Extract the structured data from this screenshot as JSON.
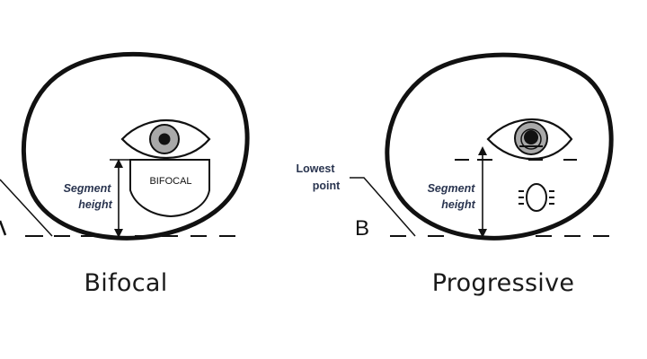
{
  "panels": [
    {
      "caption": "Bifocal",
      "segment_label_line1": "Segment",
      "segment_label_line2": "height",
      "segment_text": "BIFOCAL",
      "corner_letter": "A"
    },
    {
      "caption": "Progressive",
      "segment_label_line1": "Segment",
      "segment_label_line2": "height",
      "lowest_point_line1": "Lowest",
      "lowest_point_line2": "point",
      "corner_letter": "B"
    }
  ],
  "colors": {
    "line": "#111111",
    "iris": "#a9a9a9",
    "segment_label": "#2a3550"
  }
}
